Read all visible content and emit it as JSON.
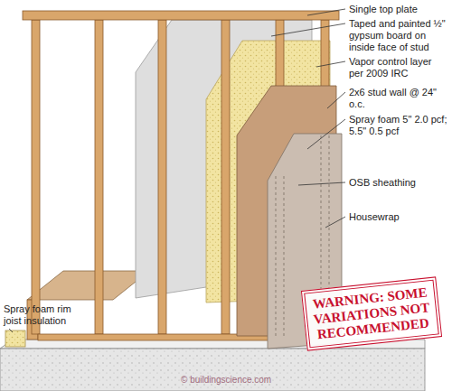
{
  "diagram": {
    "nodes": [
      {
        "text": [
          "WARNING: SOME VARIATIONS NOT RECOMMENDED"
        ]
      }
    ],
    "labels": [
      "Single top plate",
      "Taped and painted ½\" gypsum board on inside face of stud",
      "Vapor control layer per 2009 IRC",
      "2x6 stud wall @ 24\" o.c.",
      "Spray foam 5\" 2.0 pcf; 5.5\" 0.5 pcf",
      "OSB sheathing",
      "Housewrap",
      "Spray foam rim joist insulation",
      "© buildingscience.com"
    ]
  }
}
